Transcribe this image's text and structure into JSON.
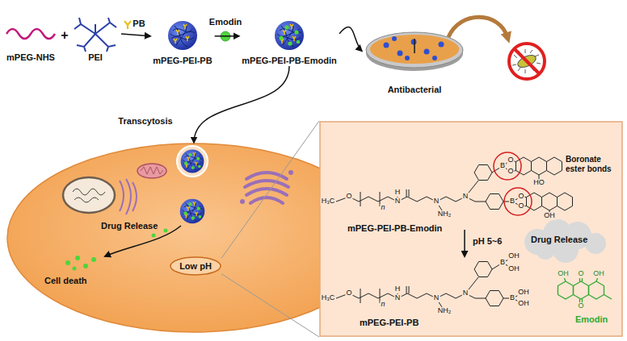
{
  "diagram": {
    "nodes": [
      {
        "text": [
          "mPEG-NHS"
        ]
      },
      {
        "text": [
          "PEI"
        ]
      },
      {
        "text": [
          "mPEG-PEI-PB"
        ]
      },
      {
        "text": [
          "mPEG-PEI-PB-Emodin"
        ]
      },
      {
        "text": [
          "Antibacterial"
        ]
      },
      {
        "text": [
          "Drug Release",
          "Cell death"
        ]
      },
      {
        "text": [
          "Low pH"
        ],
        "in": 5
      },
      {
        "text": [
          "mPEG-PEI-PB-Emodin",
          "Boronate ester bonds",
          "pH 5~6",
          "Drug Release",
          "mPEG-PEI-PB",
          "Emodin"
        ]
      }
    ],
    "edges": [
      {
        "from": 1,
        "to": 2,
        "arrow": "to",
        "label": "PB"
      },
      {
        "from": 2,
        "to": 3,
        "arrow": "to",
        "label": "Emodin"
      },
      {
        "from": 3,
        "to": 4,
        "arrow": "to"
      },
      {
        "from": 3,
        "to": 5,
        "arrow": "to",
        "label": "Transcytosis"
      },
      {
        "from": 6,
        "to": 7,
        "arrow": "none"
      },
      {
        "from": 6,
        "to": 7,
        "arrow": "none"
      }
    ],
    "labels": [
      "+",
      "H₃C",
      "O",
      "n",
      "N",
      "H",
      "N",
      "NH₂",
      "N",
      "B",
      "O",
      "O",
      "HO",
      "B",
      "O",
      "O",
      "OH",
      "H₃C",
      "O",
      "n",
      "N",
      "H",
      "N",
      "NH₂",
      "N",
      "B",
      "OH",
      "OH",
      "B",
      "OH",
      "OH",
      "OH",
      "O",
      "OH",
      "O"
    ]
  }
}
